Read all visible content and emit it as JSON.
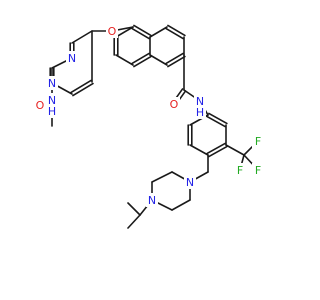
{
  "colors": {
    "bond": "#1a1a1a",
    "N": "#2323e6",
    "O": "#e62323",
    "F": "#22aa22",
    "C": "#1a1a1a"
  },
  "atoms": [
    {
      "id": "O_ether",
      "symbol": "O",
      "role": "ether-oxygen"
    },
    {
      "id": "O_acetyl",
      "symbol": "O",
      "role": "acetyl-carbonyl-oxygen"
    },
    {
      "id": "N_pyr1",
      "symbol": "N",
      "role": "pyrimidine-nitrogen"
    },
    {
      "id": "N_pyr2",
      "symbol": "N",
      "role": "pyrimidine-nitrogen"
    },
    {
      "id": "N_acetamide",
      "symbol": "NH",
      "symbol_lines": [
        "N",
        "H"
      ],
      "role": "acetamide-nh"
    },
    {
      "id": "O_amide",
      "symbol": "O",
      "role": "amide-carbonyl-oxygen"
    },
    {
      "id": "N_amide",
      "symbol": "NH",
      "symbol_lines": [
        "N",
        "H"
      ],
      "role": "amide-nh"
    },
    {
      "id": "N_pip1",
      "symbol": "N",
      "role": "piperazine-nitrogen"
    },
    {
      "id": "N_pip2",
      "symbol": "N",
      "role": "piperazine-nitrogen"
    },
    {
      "id": "F1",
      "symbol": "F",
      "role": "fluorine"
    },
    {
      "id": "F2",
      "symbol": "F",
      "role": "fluorine"
    },
    {
      "id": "F3",
      "symbol": "F",
      "role": "fluorine"
    }
  ]
}
